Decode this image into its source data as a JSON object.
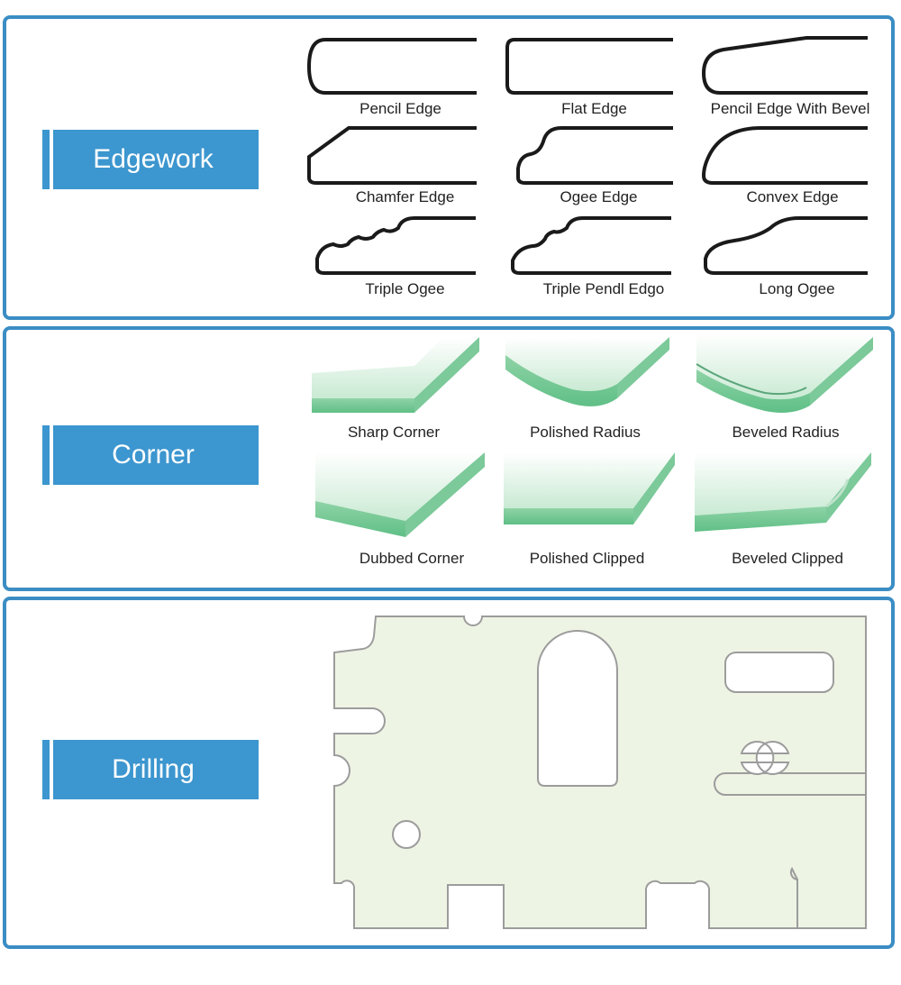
{
  "sections": {
    "edgework": {
      "title": "Edgework",
      "items": [
        "Pencil Edge",
        "Flat Edge",
        "Pencil Edge With Bevel",
        "Chamfer Edge",
        "Ogee Edge",
        "Convex Edge",
        "Triple Ogee",
        "Triple Pendl Edgo",
        "Long Ogee"
      ]
    },
    "corner": {
      "title": "Corner",
      "items": [
        "Sharp Corner",
        "Polished Radius",
        "Beveled Radius",
        "Dubbed Corner",
        "Polished Clipped",
        "Beveled Clipped"
      ]
    },
    "drilling": {
      "title": "Drilling"
    }
  },
  "colors": {
    "accent": "#3c96cf",
    "border": "#3b8dc4",
    "glass": "#b7e3c6",
    "panel_fill": "#eef4e4"
  }
}
